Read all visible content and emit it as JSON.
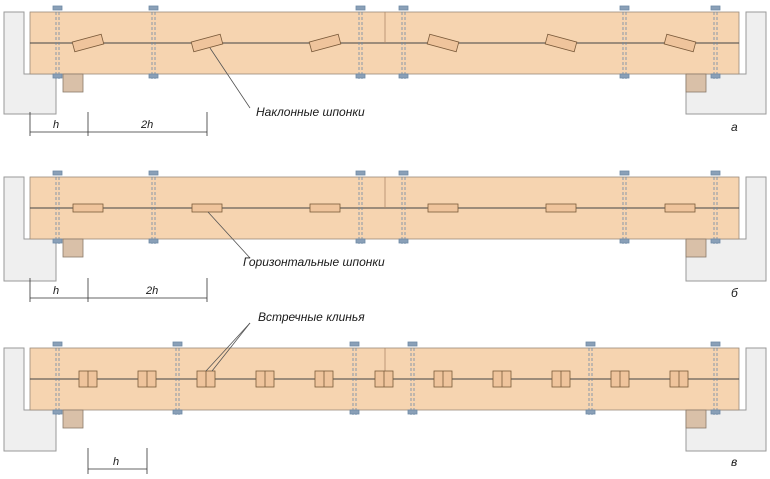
{
  "colors": {
    "timber": "#F6D4B0",
    "timber_edge": "#8a8a8a",
    "support": "#EFEFEF",
    "support_edge": "#9a9a9a",
    "pad": "#D9C0A8",
    "key": "#EFC49C",
    "bolt": "#6f8aa6",
    "line": "#333333"
  },
  "panels": [
    {
      "id": "a",
      "letter": "а",
      "label": "Наклонные шпонки",
      "dims": [
        {
          "text": "h"
        },
        {
          "text": "2h"
        }
      ]
    },
    {
      "id": "b",
      "letter": "б",
      "label": "Горизонтальные шпонки",
      "dims": [
        {
          "text": "h"
        },
        {
          "text": "2h"
        }
      ]
    },
    {
      "id": "c",
      "letter": "в",
      "label": "Встречные клинья",
      "dims": [
        {
          "text": "h"
        }
      ]
    }
  ]
}
